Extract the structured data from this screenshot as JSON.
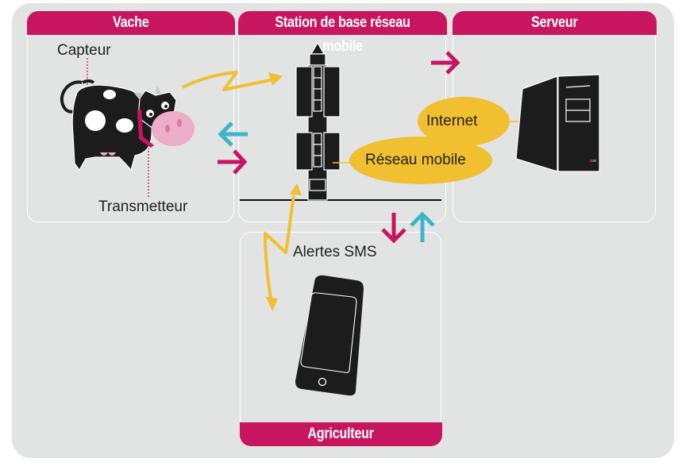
{
  "panels": {
    "vache": {
      "title": "Vache"
    },
    "station": {
      "title": "Station de base réseau mobile"
    },
    "serveur": {
      "title": "Serveur"
    },
    "agriculteur": {
      "title": "Agriculteur"
    }
  },
  "labels": {
    "capteur": "Capteur",
    "transmetteur": "Transmetteur",
    "internet": "Internet",
    "reseau_mobile": "Réseau mobile",
    "alertes_sms": "Alertes SMS"
  },
  "colors": {
    "background": "#e2e3e3",
    "header": "#c8155f",
    "signal_yellow": "#f0c030",
    "arrow_magenta": "#c8155f",
    "arrow_cyan": "#3bb6c9",
    "icon_black": "#1c1c1c",
    "cow_nose_pink": "#ecadc8"
  }
}
